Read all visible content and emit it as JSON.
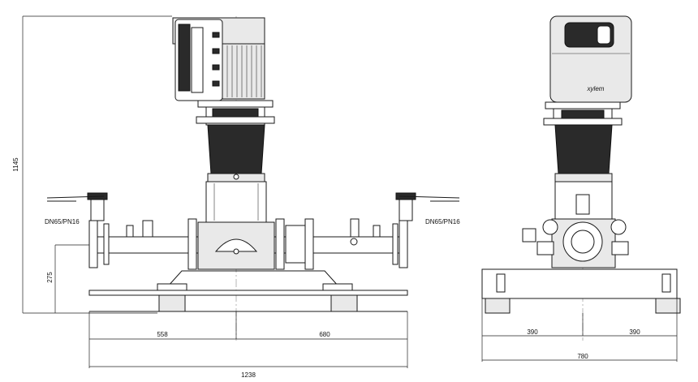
{
  "dimensions": {
    "overall_height": "1145",
    "pipe_height": "275",
    "left_offset": "558",
    "right_offset": "680",
    "total_length": "1238",
    "side_left": "390",
    "side_right": "390",
    "side_total": "780"
  },
  "labels": {
    "flange_left": "DN65/PN16",
    "flange_right": "DN65/PN16",
    "brand": "xylem"
  }
}
